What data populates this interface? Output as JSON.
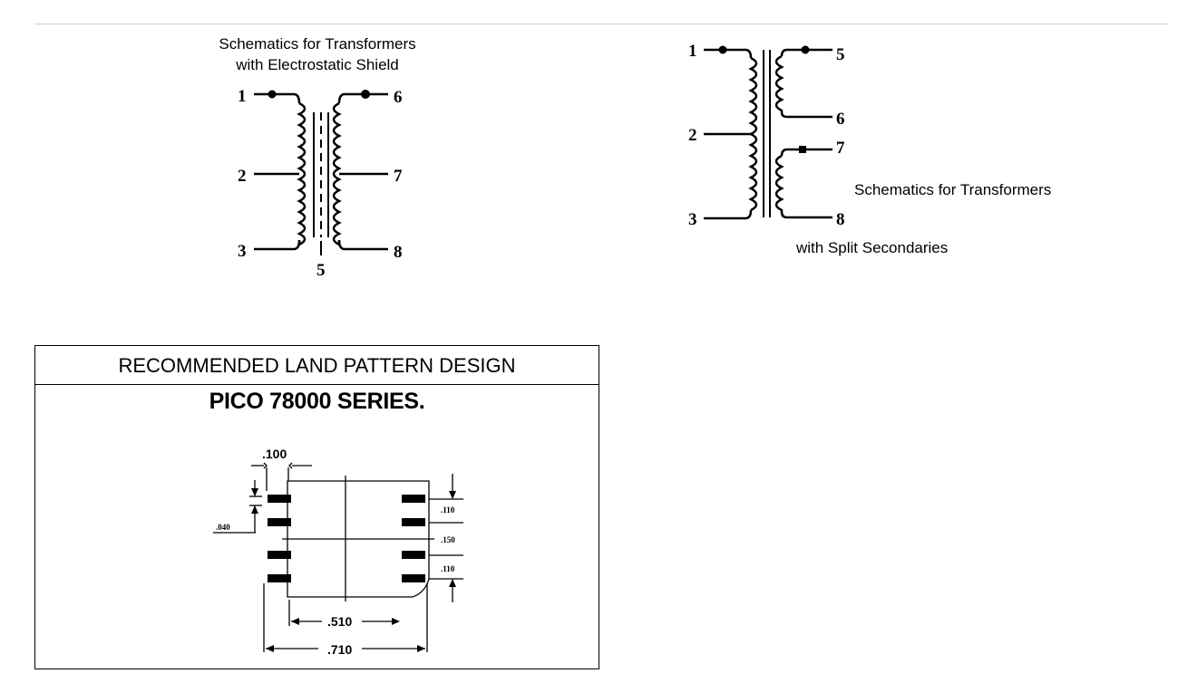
{
  "schematic_shield": {
    "caption_line1": "Schematics for Transformers",
    "caption_line2": "with Electrostatic Shield",
    "pins": [
      "1",
      "2",
      "3",
      "6",
      "7",
      "8",
      "5"
    ]
  },
  "schematic_split": {
    "caption_line1": "Schematics for Transformers",
    "caption_line2": "with Split Secondaries",
    "pins": [
      "1",
      "2",
      "3",
      "5",
      "6",
      "7",
      "8"
    ]
  },
  "land_pattern": {
    "header": "RECOMMENDED LAND PATTERN DESIGN",
    "series": "PICO 78000 SERIES.",
    "dims": {
      "pad_width": ".100",
      "pad_height": ".040",
      "pitch_top": ".110",
      "pitch_mid": ".150",
      "pitch_bottom": ".110",
      "inner_width": ".510",
      "outer_width": ".710"
    }
  }
}
